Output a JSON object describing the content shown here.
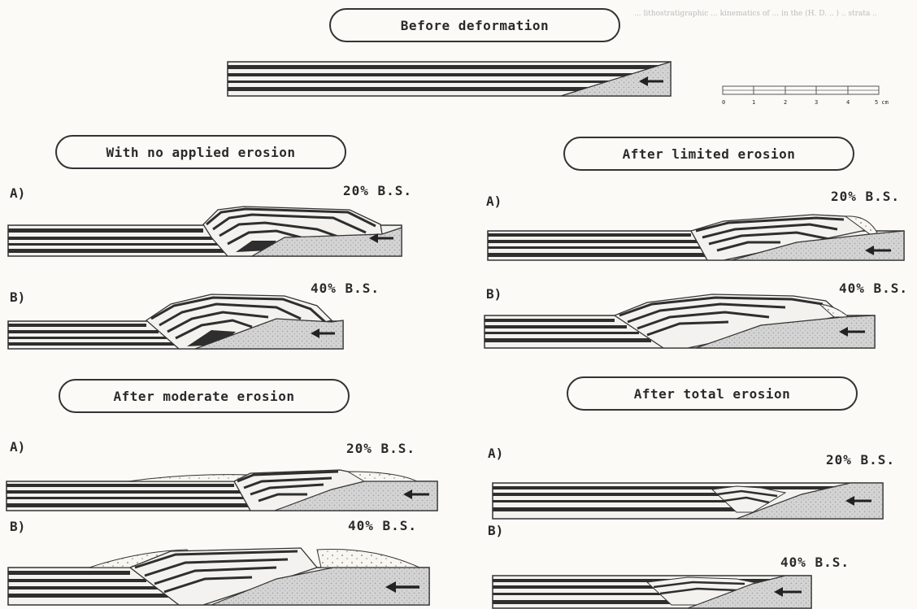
{
  "header_text": "... lithostratigraphic ... kinematics of ... in the (H. D. .. ) .. strata ..",
  "titles": {
    "before": "Before deformation",
    "no_erosion": "With no applied erosion",
    "limited": "After limited erosion",
    "moderate": "After moderate erosion",
    "total": "After total erosion"
  },
  "labels": {
    "a": "A)",
    "b": "B)"
  },
  "shortening": {
    "s20": "20% B.S.",
    "s40": "40% B.S."
  },
  "scale": {
    "ticks": [
      "0",
      "1",
      "2",
      "3",
      "4",
      "5 cm"
    ]
  },
  "colors": {
    "dark": "#2e2e2e",
    "light": "#f3f2ee",
    "sand": "#cfcfcf",
    "sediment": "#f7f6f1"
  }
}
